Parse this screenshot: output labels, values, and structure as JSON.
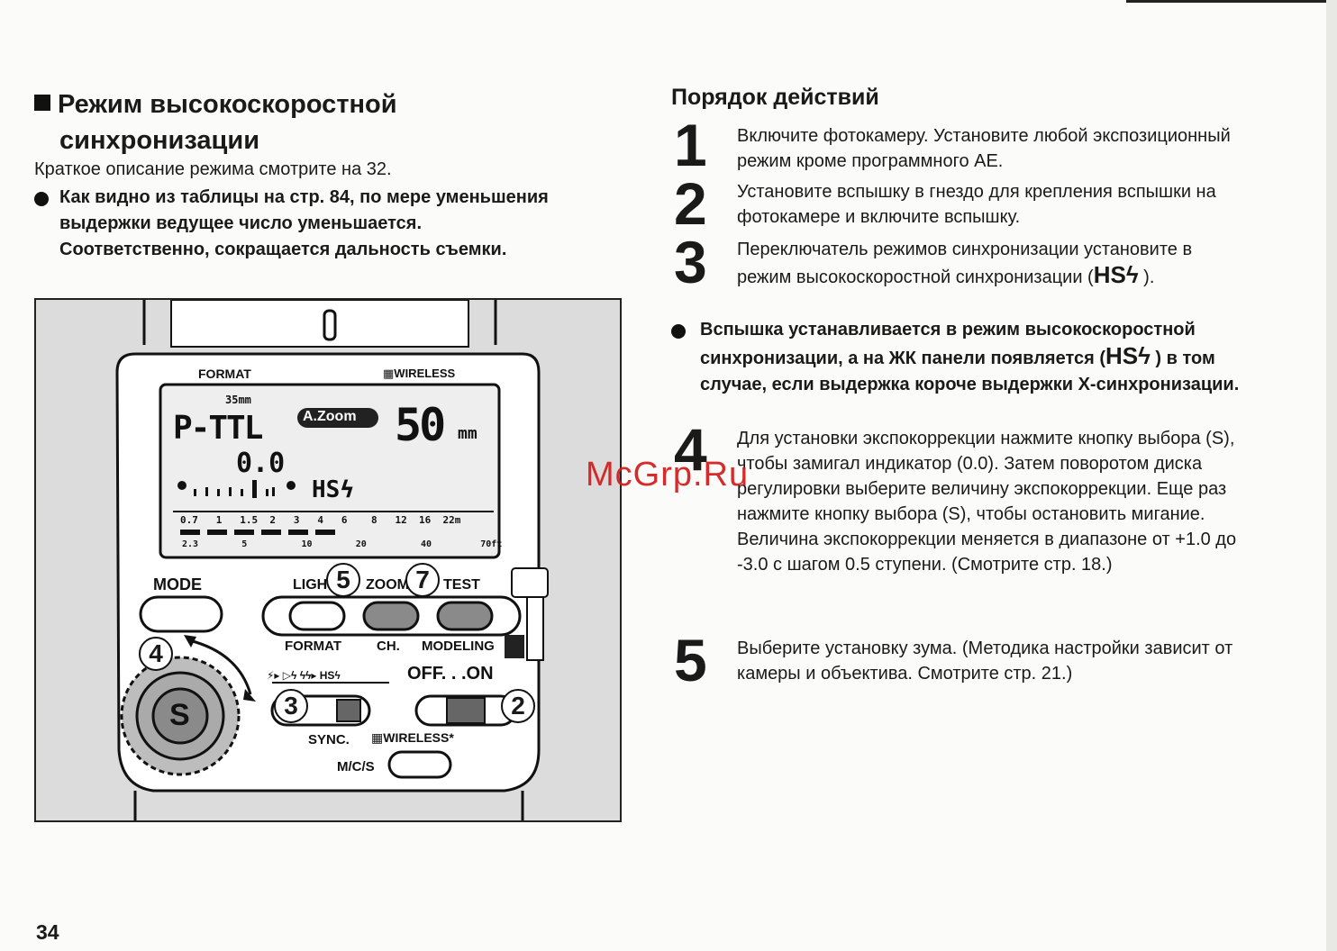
{
  "page_number": "34",
  "section": {
    "title_line1": "Режим высокоскоростной",
    "title_line2": "синхронизации",
    "intro": "Краткое описание режима смотрите на 32.",
    "bullet": "Как видно из таблицы на стр. 84, по мере уменьшения выдержки ведущее число уменьшается. Соответственно, сокращается дальность съемки."
  },
  "figure": {
    "format_top": "FORMAT",
    "wireless_top": "WIRELESS",
    "lcd": {
      "focal_small": "35mm",
      "mode": "P-TTL",
      "azoom": "A.Zoom",
      "zoom_value": "50",
      "zoom_unit": "mm",
      "comp_value": "0.0",
      "hs": "HS",
      "scale_top": [
        "0.7",
        "1",
        "1.5",
        "2",
        "3",
        "4",
        "6",
        "8",
        "12",
        "16",
        "22m"
      ],
      "scale_bottom": [
        "2.3",
        "5",
        "10",
        "20",
        "40",
        "70ft"
      ]
    },
    "buttons": {
      "mode": "MODE",
      "light": "LIGHT",
      "zoom": "ZOOM",
      "test": "TEST",
      "format": "FORMAT",
      "ch": "CH.",
      "modeling": "MODELING",
      "sync": "SYNC.",
      "wireless_bottom": "WIRELESS*",
      "mcs": "M/C/S",
      "off_on": "OFF. . .ON",
      "select": "S"
    },
    "callouts": [
      "5",
      "7",
      "4",
      "3",
      "2"
    ]
  },
  "procedure": {
    "title": "Порядок действий",
    "steps": [
      {
        "num": "1",
        "text": "Включите фотокамеру. Установите любой экспозиционный режим кроме программного АЕ."
      },
      {
        "num": "2",
        "text": "Установите вспышку в гнездо для крепления вспышки на фотокамере и включите вспышку."
      },
      {
        "num": "3",
        "text_a": "Переключатель режимов синхронизации установите в режим высокоскоростной синхронизации (",
        "hs": "HS",
        "text_b": " )."
      },
      {
        "num": "4",
        "text": "Для установки экспокоррекции нажмите кнопку выбора (S), чтобы замигал индикатор (0.0). Затем поворотом диска регулировки выберите величину экспокоррекции. Еще раз нажмите кнопку выбора (S), чтобы остановить мигание. Величина экспокоррекции меняется в диапазоне от +1.0 до -3.0 с шагом 0.5 ступени. (Смотрите стр. 18.)"
      },
      {
        "num": "5",
        "text": "Выберите установку зума. (Методика настройки зависит от камеры и объектива. Смотрите стр. 21.)"
      }
    ],
    "note_a": "Вспышка устанавливается в режим высокоскоростной синхронизации, а на ЖК панели появляется (",
    "note_hs": "HS",
    "note_b": " ) в том случае, если выдержка короче выдержки Х-синхронизации."
  },
  "watermark": "McGrp.Ru",
  "colors": {
    "watermark": "#d41a1a",
    "lcd_bg": "#eeeeee",
    "panel_bg": "#dcdcdc",
    "gray_button": "#8a8a8a"
  }
}
